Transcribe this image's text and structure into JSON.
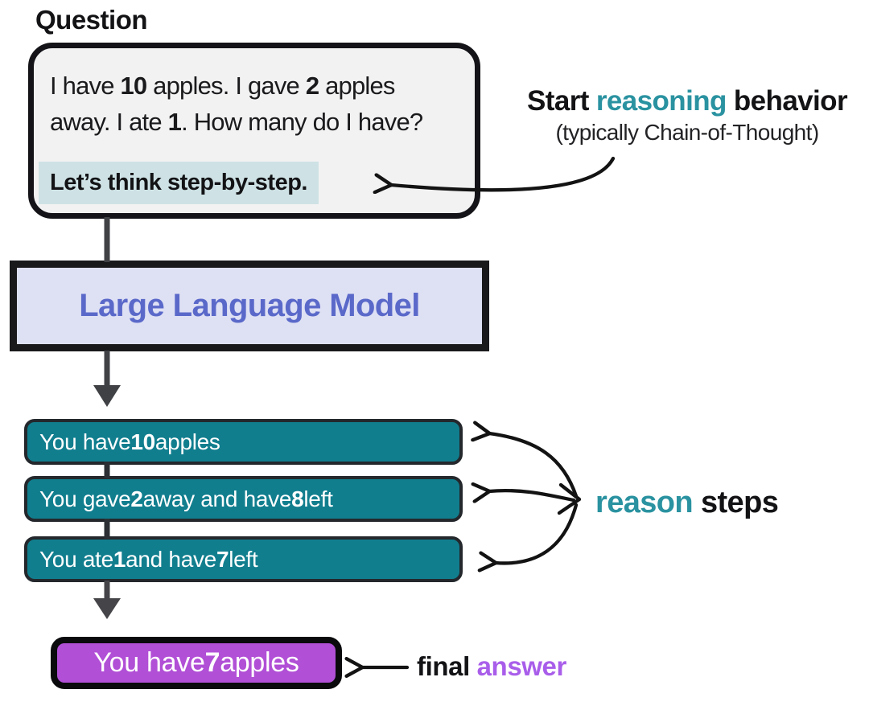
{
  "colors": {
    "teal_accent": "#2A92A0",
    "purple_accent": "#A95EEA",
    "teal_box_bg": "#117E8E",
    "purple_box_bg": "#B14FD6",
    "llm_box_bg": "#DEE0F4",
    "llm_text": "#5A69C9",
    "question_box_bg": "#F2F2F3",
    "highlight_bg": "#CEE2E5",
    "connector_gray": "#3F4144",
    "ink": "#131313"
  },
  "question": {
    "label": "Question",
    "body_lines": [
      [
        {
          "t": "I have "
        },
        {
          "t": "10",
          "b": true
        },
        {
          "t": " apples. I gave "
        },
        {
          "t": "2",
          "b": true
        },
        {
          "t": " apples"
        }
      ],
      [
        {
          "t": "away. I ate "
        },
        {
          "t": "1",
          "b": true
        },
        {
          "t": ". How many do I have?"
        }
      ]
    ],
    "cot_trigger": [
      {
        "t": "Let’s think step-by-step.",
        "b": true
      }
    ]
  },
  "annotations": {
    "start_reasoning": [
      {
        "t": "Start ",
        "b": true
      },
      {
        "t": "reasoning",
        "b": true,
        "accent": "teal"
      },
      {
        "t": " behavior",
        "b": true
      }
    ],
    "start_reasoning_sub": "(typically Chain-of-Thought)",
    "reason_steps": [
      {
        "t": "reason",
        "b": true,
        "accent": "teal"
      },
      {
        "t": " steps",
        "b": true
      }
    ],
    "final_answer": [
      {
        "t": "final ",
        "b": true
      },
      {
        "t": "answer",
        "b": true,
        "accent": "purple"
      }
    ]
  },
  "llm": {
    "label": "Large Language Model"
  },
  "reasoning_steps": [
    [
      {
        "t": "You have "
      },
      {
        "t": "10",
        "b": true
      },
      {
        "t": " apples"
      }
    ],
    [
      {
        "t": "You gave "
      },
      {
        "t": "2",
        "b": true
      },
      {
        "t": " away and have "
      },
      {
        "t": "8",
        "b": true
      },
      {
        "t": " left"
      }
    ],
    [
      {
        "t": "You ate "
      },
      {
        "t": "1",
        "b": true
      },
      {
        "t": " and have "
      },
      {
        "t": "7",
        "b": true
      },
      {
        "t": " left"
      }
    ]
  ],
  "final_answer_box": [
    {
      "t": "You have "
    },
    {
      "t": "7",
      "b": true
    },
    {
      "t": " apples"
    }
  ]
}
